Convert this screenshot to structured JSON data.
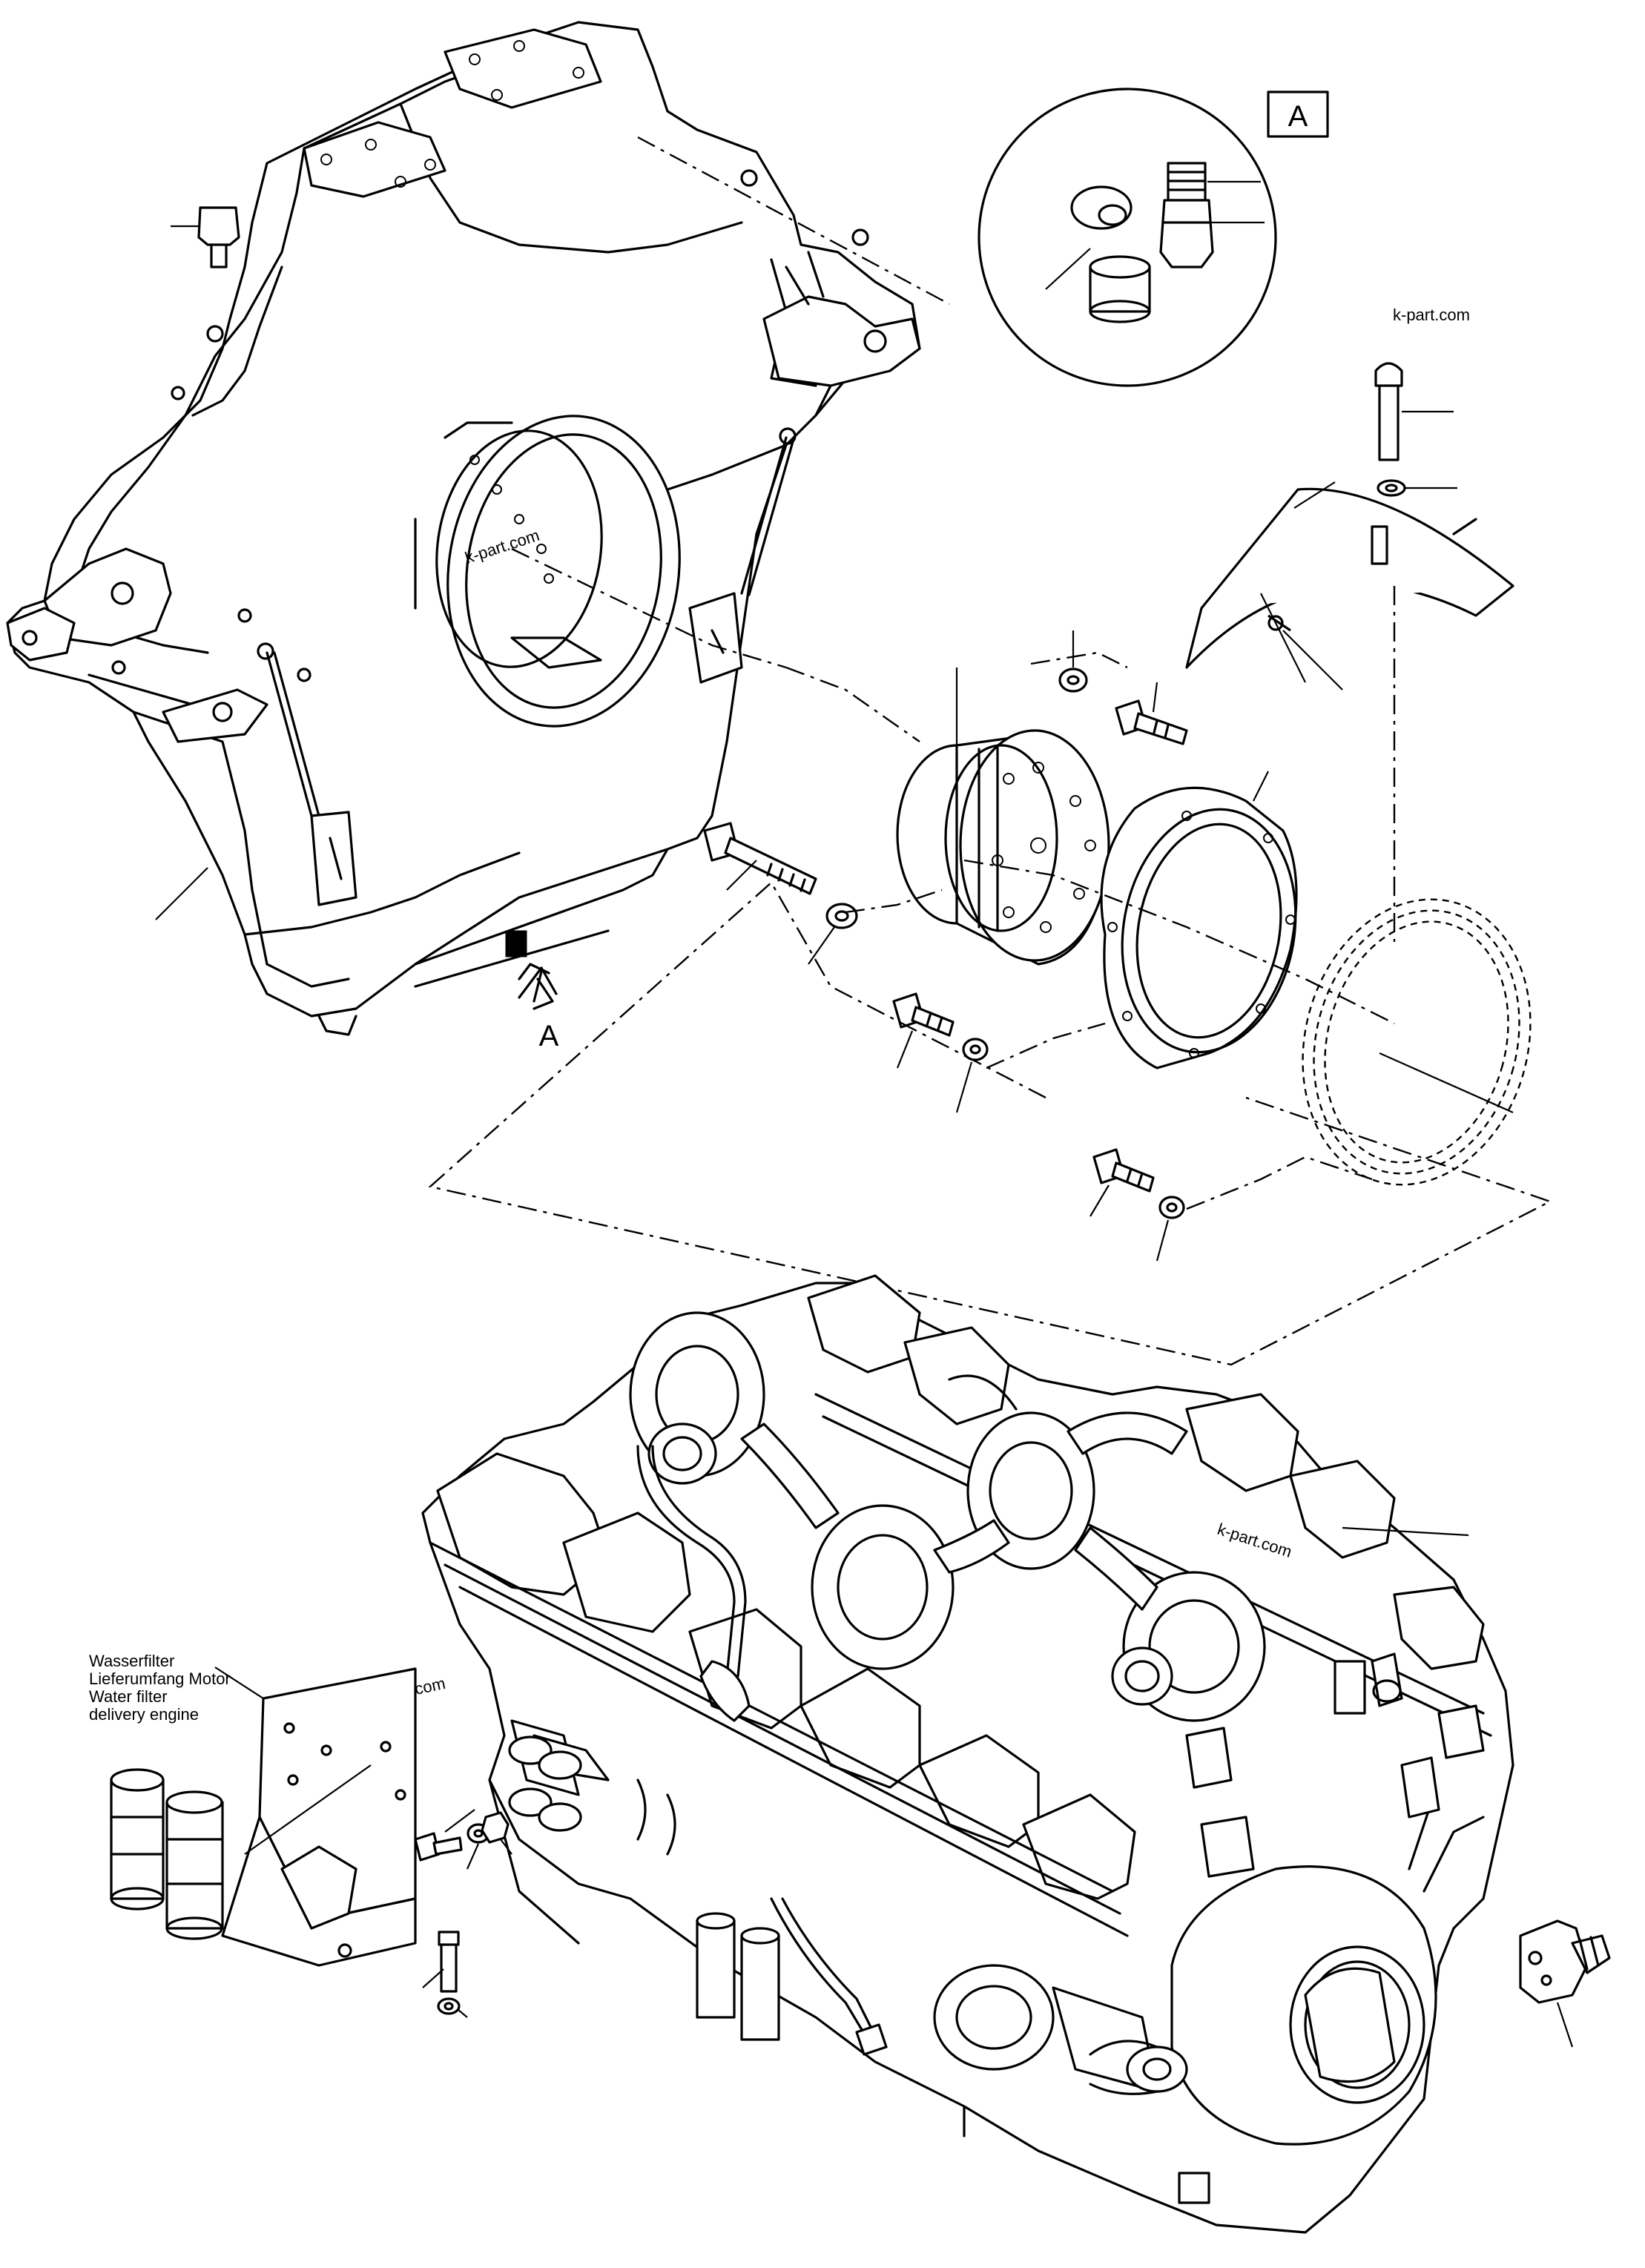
{
  "callouts": {
    "view_letter_box": "A",
    "view_arrow_letter": "A"
  },
  "watermark": {
    "text": "k-part.com"
  },
  "water_filter_note": {
    "line1": "Wasserfilter",
    "line2": "Lieferumfang Motor",
    "line3": "Water filter",
    "line4": "delivery engine"
  }
}
